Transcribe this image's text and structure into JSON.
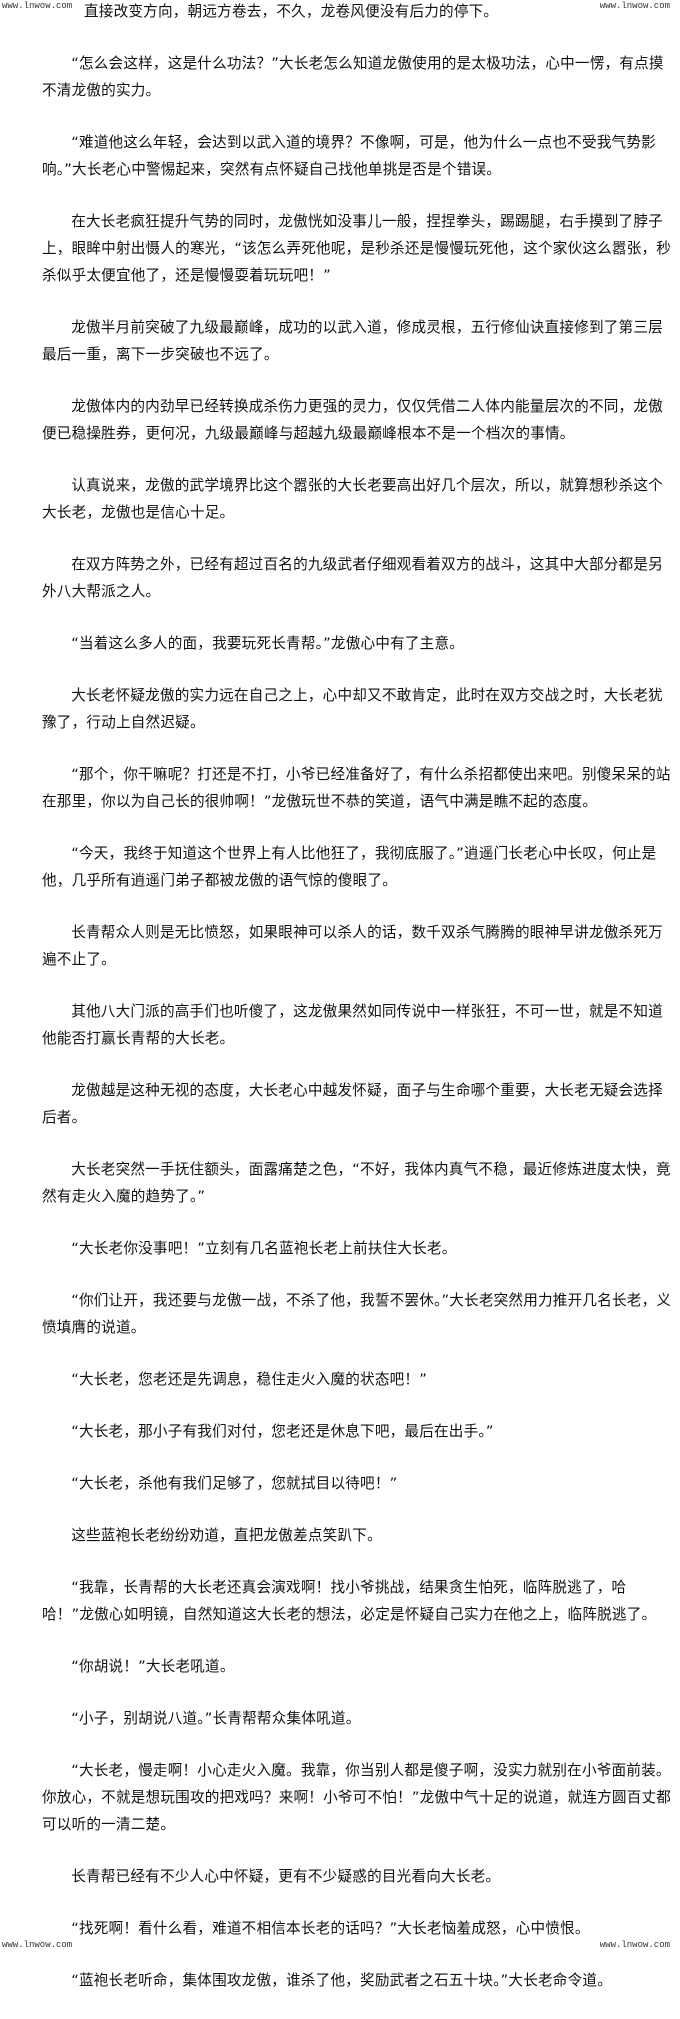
{
  "watermarks": {
    "top_left": "www.lnwow.com",
    "top_right": "www.lnwow.com",
    "bottom_left": "www.lnwow.com",
    "bottom_right": "www.lnwow.com"
  },
  "paragraphs": [
    "直接改变方向，朝远方卷去，不久，龙卷风便没有后力的停下。",
    "“怎么会这样，这是什么功法？”大长老怎么知道龙傲使用的是太极功法，心中一愣，有点摸不清龙傲的实力。",
    "“难道他这么年轻，会达到以武入道的境界？不像啊，可是，他为什么一点也不受我气势影响。”大长老心中警惕起来，突然有点怀疑自己找他单挑是否是个错误。",
    "在大长老疯狂提升气势的同时，龙傲恍如没事儿一般，捏捏拳头，踢踢腿，右手摸到了脖子上，眼眸中射出慑人的寒光，“该怎么弄死他呢，是秒杀还是慢慢玩死他，这个家伙这么嚣张，秒杀似乎太便宜他了，还是慢慢耍着玩玩吧！”",
    "龙傲半月前突破了九级最巅峰，成功的以武入道，修成灵根，五行修仙诀直接修到了第三层最后一重，离下一步突破也不远了。",
    "龙傲体内的内劲早已经转换成杀伤力更强的灵力，仅仅凭借二人体内能量层次的不同，龙傲便已稳操胜券，更何况，九级最巅峰与超越九级最巅峰根本不是一个档次的事情。",
    "认真说来，龙傲的武学境界比这个嚣张的大长老要高出好几个层次，所以，就算想秒杀这个大长老，龙傲也是信心十足。",
    "在双方阵势之外，已经有超过百名的九级武者仔细观看着双方的战斗，这其中大部分都是另外八大帮派之人。",
    "“当着这么多人的面，我要玩死长青帮。”龙傲心中有了主意。",
    "大长老怀疑龙傲的实力远在自己之上，心中却又不敢肯定，此时在双方交战之时，大长老犹豫了，行动上自然迟疑。",
    "“那个，你干嘛呢？打还是不打，小爷已经准备好了，有什么杀招都使出来吧。别傻呆呆的站在那里，你以为自己长的很帅啊！”龙傲玩世不恭的笑道，语气中满是瞧不起的态度。",
    "“今天，我终于知道这个世界上有人比他狂了，我彻底服了。”逍遥门长老心中长叹，何止是他，几乎所有逍遥门弟子都被龙傲的语气惊的傻眼了。",
    "长青帮众人则是无比愤怒，如果眼神可以杀人的话，数千双杀气腾腾的眼神早讲龙傲杀死万遍不止了。",
    "其他八大门派的高手们也听傻了，这龙傲果然如同传说中一样张狂，不可一世，就是不知道他能否打赢长青帮的大长老。",
    "龙傲越是这种无视的态度，大长老心中越发怀疑，面子与生命哪个重要，大长老无疑会选择后者。",
    "大长老突然一手抚住额头，面露痛楚之色，“不好，我体内真气不稳，最近修炼进度太快，竟然有走火入魔的趋势了。”",
    "“大长老你没事吧！”立刻有几名蓝袍长老上前扶住大长老。",
    "“你们让开，我还要与龙傲一战，不杀了他，我誓不罢休。”大长老突然用力推开几名长老，义愤填膺的说道。",
    "“大长老，您老还是先调息，稳住走火入魔的状态吧！”",
    "“大长老，那小子有我们对付，您老还是休息下吧，最后在出手。”",
    "“大长老，杀他有我们足够了，您就拭目以待吧！”",
    "这些蓝袍长老纷纷劝道，直把龙傲差点笑趴下。",
    "“我靠，长青帮的大长老还真会演戏啊！找小爷挑战，结果贪生怕死，临阵脱逃了，哈哈！”龙傲心如明镜，自然知道这大长老的想法，必定是怀疑自己实力在他之上，临阵脱逃了。",
    "“你胡说！”大长老吼道。",
    "“小子，别胡说八道。”长青帮帮众集体吼道。",
    "“大长老，慢走啊！小心走火入魔。我靠，你当别人都是傻子啊，没实力就别在小爷面前装。你放心，不就是想玩围攻的把戏吗？来啊！小爷可不怕！”龙傲中气十足的说道，就连方圆百丈都可以听的一清二楚。",
    "长青帮已经有不少人心中怀疑，更有不少疑惑的目光看向大长老。",
    "“找死啊！看什么看，难道不相信本长老的话吗？”大长老恼羞成怒，心中愤恨。",
    "“蓝袍长老听命，集体围攻龙傲，谁杀了他，奖励武者之石五十块。”大长老命令道。"
  ]
}
